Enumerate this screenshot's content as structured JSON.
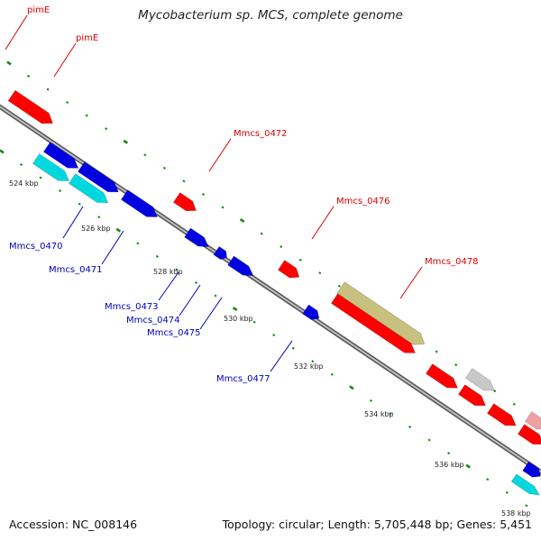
{
  "title": "Mycobacterium sp. MCS, complete genome",
  "footer": {
    "accession": "Accession: NC_008146",
    "summary": "Topology: circular; Length: 5,705,448 bp; Genes: 5,451"
  },
  "colors": {
    "forward_cds": "#ff0000",
    "reverse_cds": "#0000e0",
    "reverse_rna": "#00d8e0",
    "olive_feature": "#c8c07e",
    "gray_feature": "#c8c8c8",
    "pink_feature": "#f0a0a0",
    "backbone": "#888888",
    "tick": "#118811",
    "forward_label": "#dd0000",
    "reverse_label": "#0000bb"
  },
  "kbp_labels": [
    "524 kbp",
    "526 kbp",
    "528 kbp",
    "530 kbp",
    "532 kbp",
    "534 kbp",
    "536 kbp",
    "538 kbp"
  ],
  "forward_labels": [
    "pimE",
    "pimE",
    "Mmcs_0472",
    "Mmcs_0476",
    "Mmcs_0478"
  ],
  "reverse_labels": [
    "Mmcs_0470",
    "Mmcs_0471",
    "Mmcs_0473",
    "Mmcs_0474",
    "Mmcs_0475",
    "Mmcs_0477"
  ]
}
